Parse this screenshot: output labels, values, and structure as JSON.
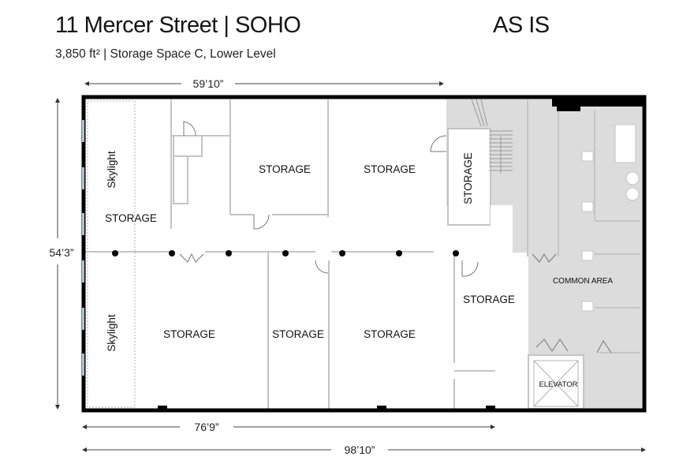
{
  "header": {
    "title": "11 Mercer Street | SOHO",
    "subtitle": "3,850 ft² | Storage Space C, Lower Level",
    "status": "AS IS"
  },
  "dimensions": {
    "top": "59’10”",
    "left": "54’3”",
    "bottom_inner": "76’9”",
    "bottom_total": "98’10”"
  },
  "rooms": {
    "skylight_top": "Skylight",
    "skylight_bottom": "Skylight",
    "storage_left_top": "STORAGE",
    "storage_top_2": "STORAGE",
    "storage_top_3": "STORAGE",
    "storage_vertical": "STORAGE",
    "storage_bottom_1": "STORAGE",
    "storage_bottom_2": "STORAGE",
    "storage_bottom_3": "STORAGE",
    "storage_right": "STORAGE",
    "common_area": "COMMON AREA",
    "elevator": "ELEVATOR"
  },
  "colors": {
    "wall": "#000000",
    "partition": "#c8c8c8",
    "common_fill": "#dcdcdc",
    "window": "#a9c4cf"
  }
}
